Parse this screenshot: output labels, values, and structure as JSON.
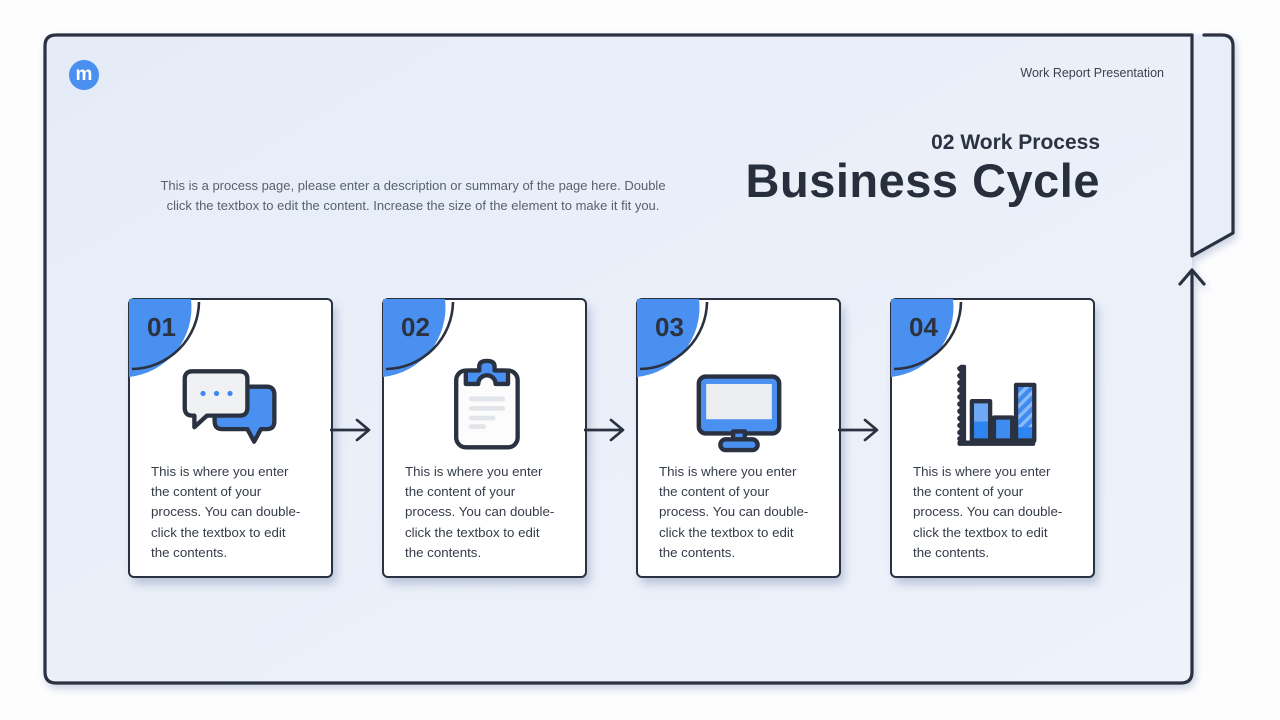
{
  "colors": {
    "accent_blue": "#4a90f0",
    "outline_dark": "#2a3140",
    "slide_background": "#e9eef8",
    "card_background": "#ffffff"
  },
  "header": {
    "logo_letter": "m",
    "label": "Work Report Presentation"
  },
  "description": {
    "line1": "This is a process page, please enter a description or summary of the page here. Double",
    "line2": "click the textbox to edit the content. Increase the size of the element to make it fit you."
  },
  "title": {
    "section": "02 Work Process",
    "main": "Business Cycle"
  },
  "cards": [
    {
      "number": "01",
      "icon": "chat-bubbles",
      "text": "This is where you enter the content of your process. You can double-click the textbox to edit the contents."
    },
    {
      "number": "02",
      "icon": "clipboard",
      "text": "This is where you enter the content of your process. You can double-click the textbox to edit the contents."
    },
    {
      "number": "03",
      "icon": "monitor",
      "text": "This is where you enter the content of your process. You can double-click the textbox to edit the contents."
    },
    {
      "number": "04",
      "icon": "bar-chart",
      "text": "This is where you enter the content of your process. You can double-click the textbox to edit the contents."
    }
  ]
}
